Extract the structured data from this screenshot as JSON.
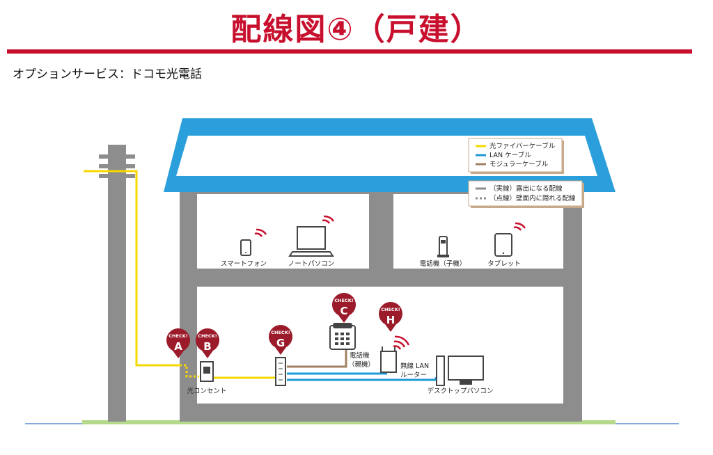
{
  "header": {
    "title": "配線図④（戸建）",
    "subtitle": "オプションサービス：ドコモ光電話"
  },
  "legend": {
    "cables": [
      {
        "label": "光ファイバーケーブル",
        "color": "#f5d800"
      },
      {
        "label": "LAN ケーブル",
        "color": "#1e9ad6"
      },
      {
        "label": "モジュラーケーブル",
        "color": "#a08060"
      }
    ],
    "line_styles": [
      {
        "label": "（実線）露出になる配線"
      },
      {
        "label": "（点線）壁面内に隠れる配線"
      }
    ]
  },
  "devices": {
    "smartphone": "スマートフォン",
    "laptop": "ノートパソコン",
    "handset": "電話機（子機）",
    "tablet": "タブレット",
    "outlet": "光コンセント",
    "phone_line1": "電話機",
    "phone_line2": "（親機）",
    "router_line1": "無線 LAN",
    "router_line2": "ルーター",
    "desktop": "デスクトップパソコン"
  },
  "checks": {
    "caption": "CHECK!",
    "letters": [
      "A",
      "B",
      "G",
      "C",
      "H"
    ]
  },
  "colors": {
    "accent": "#c8102e",
    "roof": "#2a9fdc",
    "wall": "#8d8d8d",
    "fiber": "#f5d800",
    "lan": "#1e9ad6",
    "modular": "#a08060",
    "badge": "#9b1b2a",
    "grass": "#b5d98a"
  }
}
